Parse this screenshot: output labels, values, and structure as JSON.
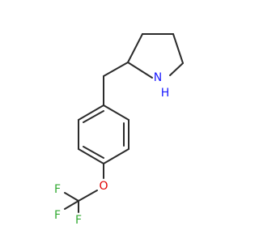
{
  "molecule": {
    "atoms": [
      {
        "id": "N1",
        "label": "N",
        "sublabel": "H",
        "color": "#1a1aff"
      },
      {
        "id": "O1",
        "label": "O",
        "color": "#e00000"
      },
      {
        "id": "F1",
        "label": "F",
        "color": "#33aa33"
      },
      {
        "id": "F2",
        "label": "F",
        "color": "#33aa33"
      },
      {
        "id": "F3",
        "label": "F",
        "color": "#33aa33"
      }
    ],
    "bond_color": "#2b2b2b"
  }
}
